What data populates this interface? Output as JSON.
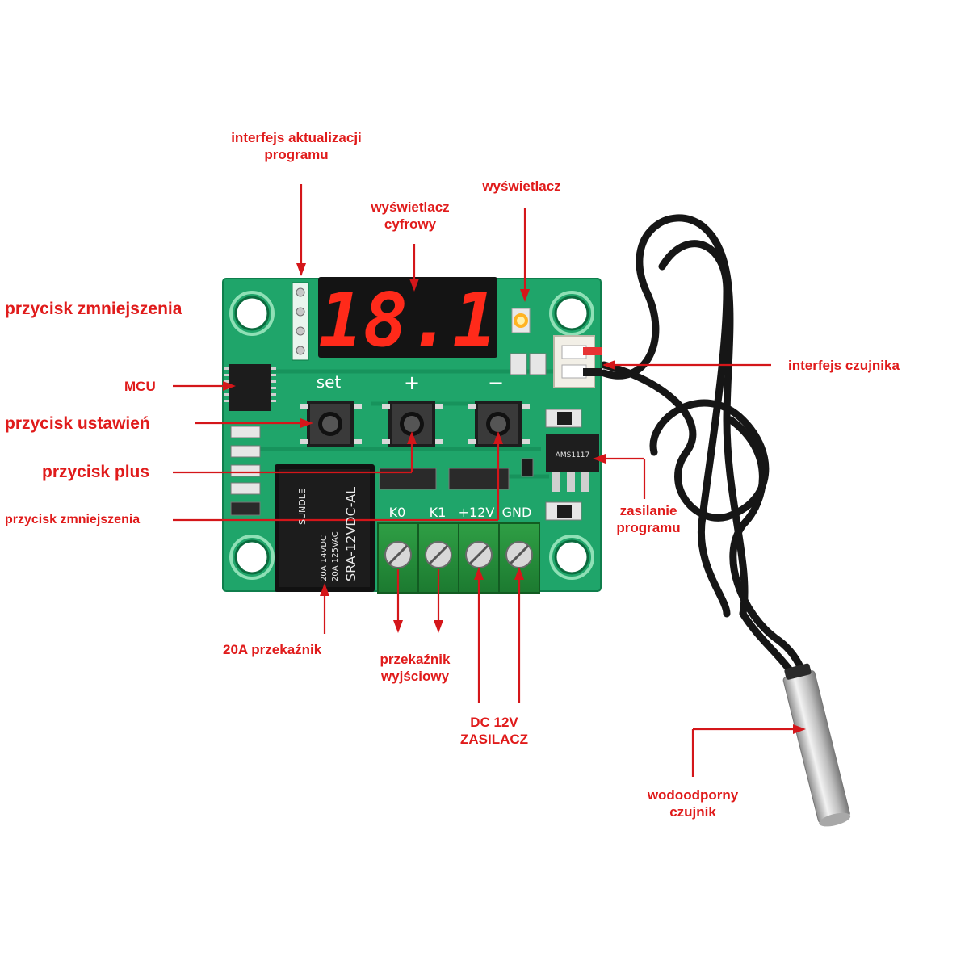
{
  "colors": {
    "label": "#e01b1b",
    "pcb": "#1fa56a",
    "led_red": "#ff2a1a",
    "cable": "#1a1a1a",
    "probe": "#c9c9c9"
  },
  "board": {
    "display_text": "18.1",
    "silkscreen": {
      "set": "set",
      "plus": "+",
      "minus": "−",
      "k0": "K0",
      "k1": "K1",
      "plus12v": "+12V",
      "gnd": "GND",
      "relay_model": "SRA-12VDC-AL",
      "relay_rating1": "20A 14VDC",
      "relay_rating2": "20A 125VAC",
      "relay_brand": "SUNDLE",
      "reg_text": "AMS1117"
    }
  },
  "labels": {
    "update_interface_1": "interfejs aktualizacji",
    "update_interface_2": "programu",
    "digital_display_1": "wyświetlacz",
    "digital_display_2": "cyfrowy",
    "display": "wyświetlacz",
    "decrease_button_top": "przycisk zmniejszenia",
    "mcu": "MCU",
    "settings_button": "przycisk ustawień",
    "plus_button": "przycisk plus",
    "decrease_button_bottom": "przycisk zmniejszenia",
    "sensor_interface": "interfejs czujnika",
    "program_power_1": "zasilanie",
    "program_power_2": "programu",
    "relay_20a": "20A przekaźnik",
    "output_relay_1": "przekaźnik",
    "output_relay_2": "wyjściowy",
    "dc12v_1": "DC 12V",
    "dc12v_2": "ZASILACZ",
    "waterproof_sensor_1": "wodoodporny",
    "waterproof_sensor_2": "czujnik"
  }
}
